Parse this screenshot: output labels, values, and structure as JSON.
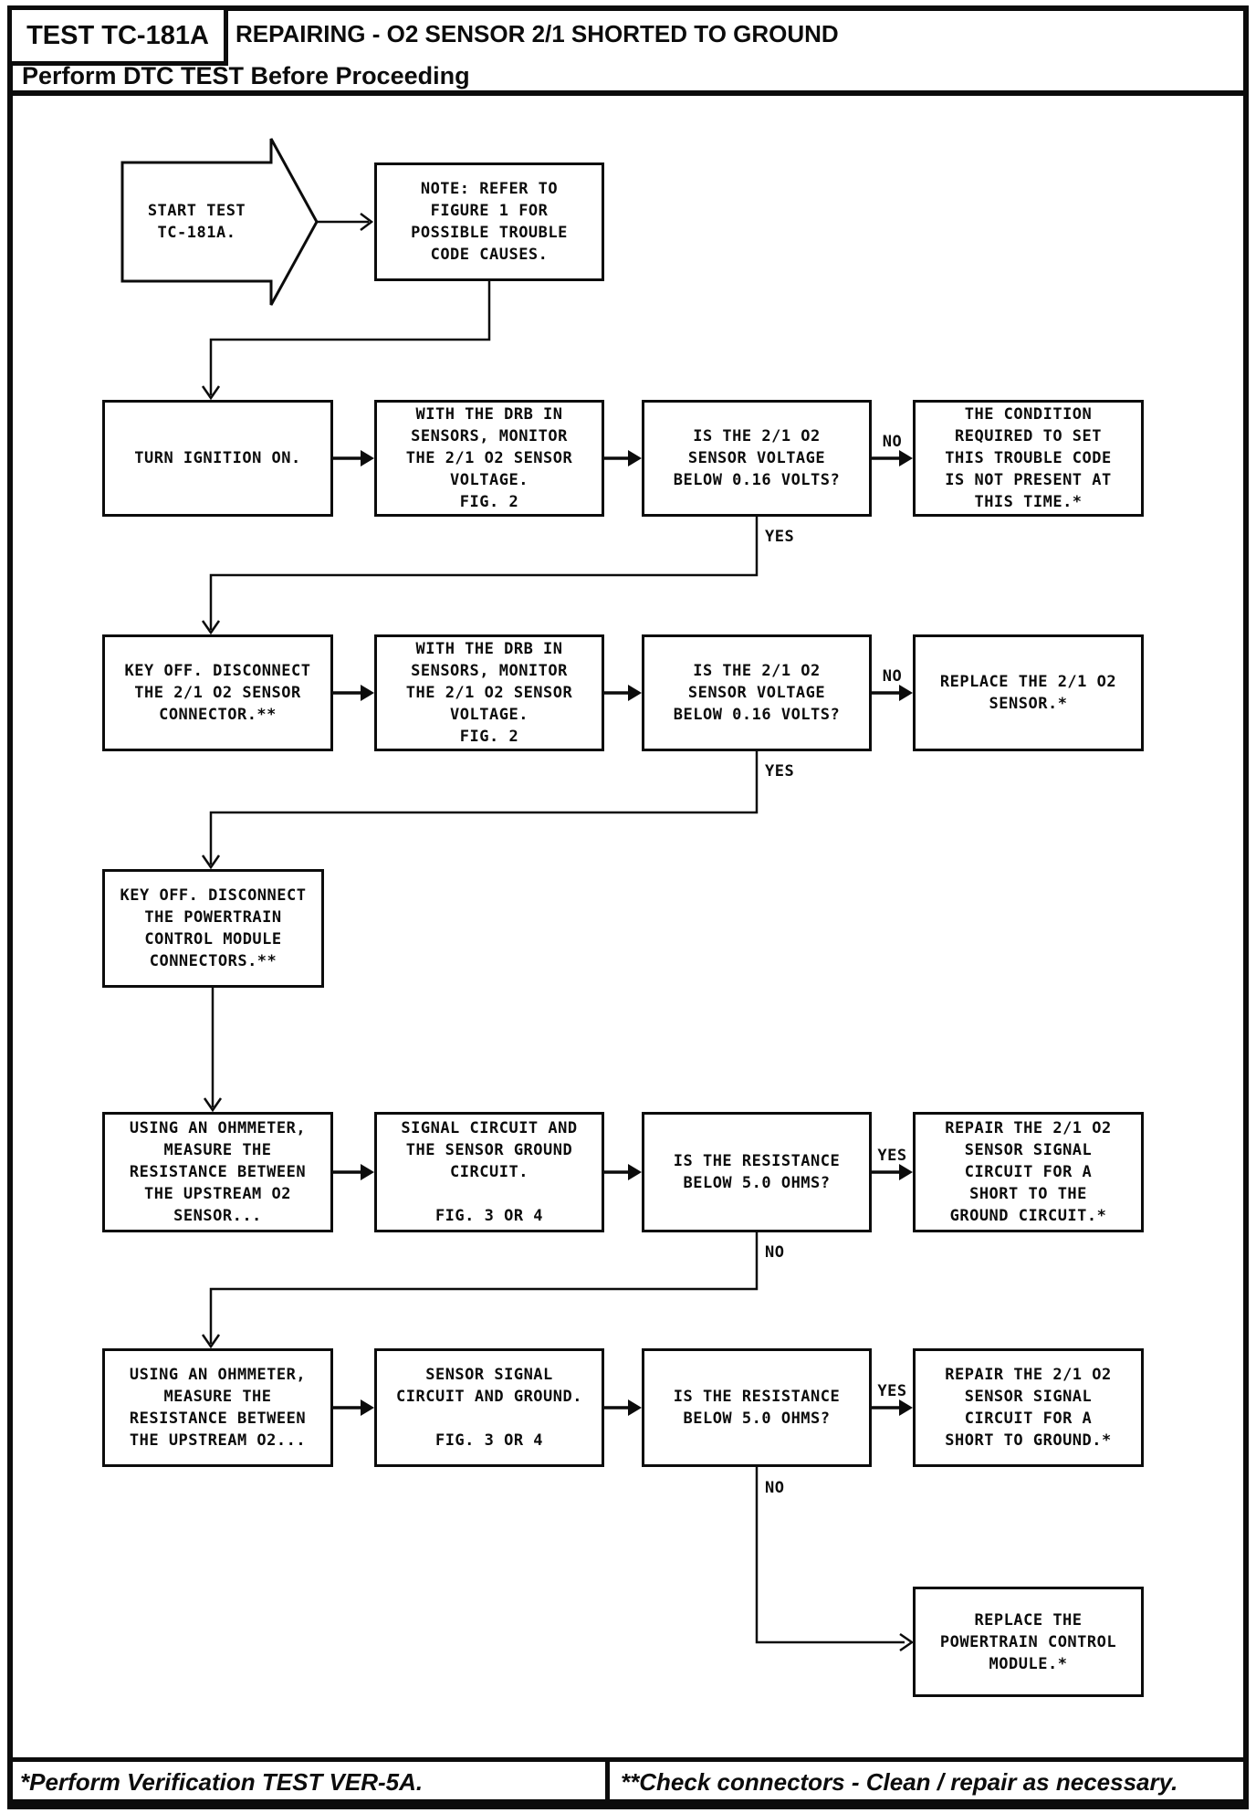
{
  "header": {
    "test_id": "TEST TC-181A",
    "title": "REPAIRING - O2 SENSOR 2/1 SHORTED TO GROUND",
    "subtitle": "Perform DTC TEST Before Proceeding"
  },
  "flowchart": {
    "start_text": "START TEST\nTC-181A.",
    "note": {
      "prefix": "NOTE:",
      "body": " REFER TO\nFIGURE 1 FOR\nPOSSIBLE TROUBLE\nCODE CAUSES."
    },
    "row2": {
      "step1": "TURN IGNITION ON.",
      "step2": "WITH THE DRB IN\nSENSORS, MONITOR\nTHE 2/1 O2 SENSOR\nVOLTAGE.\nFIG. 2",
      "decision": "IS THE 2/1 O2\nSENSOR VOLTAGE\nBELOW 0.16 VOLTS?",
      "branch_no": "NO",
      "branch_yes": "YES",
      "outcome": "THE CONDITION\nREQUIRED TO SET\nTHIS TROUBLE CODE\nIS NOT PRESENT AT\nTHIS TIME.*"
    },
    "row3": {
      "step1": "KEY OFF. DISCONNECT\nTHE 2/1 O2 SENSOR\nCONNECTOR.**",
      "step2": "WITH THE DRB IN\nSENSORS, MONITOR\nTHE 2/1 O2 SENSOR\nVOLTAGE.\nFIG. 2",
      "decision": "IS THE 2/1 O2\nSENSOR VOLTAGE\nBELOW 0.16 VOLTS?",
      "branch_no": "NO",
      "branch_yes": "YES",
      "outcome": "REPLACE THE 2/1 O2\nSENSOR.*"
    },
    "row4": {
      "step1": "KEY OFF. DISCONNECT\nTHE POWERTRAIN\nCONTROL MODULE\nCONNECTORS.**"
    },
    "row5": {
      "step1": "USING AN OHMMETER,\nMEASURE THE\nRESISTANCE BETWEEN\nTHE UPSTREAM O2\nSENSOR...",
      "step2": "SIGNAL CIRCUIT AND\nTHE SENSOR GROUND\nCIRCUIT.\n\nFIG. 3 OR 4",
      "decision": "IS THE RESISTANCE\nBELOW 5.0 OHMS?",
      "branch_yes": "YES",
      "branch_no": "NO",
      "outcome": "REPAIR THE 2/1 O2\nSENSOR SIGNAL\nCIRCUIT FOR A\nSHORT TO THE\nGROUND CIRCUIT.*"
    },
    "row6": {
      "step1": "USING AN OHMMETER,\nMEASURE THE\nRESISTANCE BETWEEN\nTHE UPSTREAM O2...",
      "step2": "SENSOR SIGNAL\nCIRCUIT AND GROUND.\n\nFIG. 3 OR 4",
      "decision": "IS THE RESISTANCE\nBELOW 5.0 OHMS?",
      "branch_yes": "YES",
      "branch_no": "NO",
      "outcome": "REPAIR THE 2/1 O2\nSENSOR SIGNAL\nCIRCUIT FOR A\nSHORT TO GROUND.*"
    },
    "final": {
      "outcome": "REPLACE THE\nPOWERTRAIN CONTROL\nMODULE.*"
    }
  },
  "footer": {
    "left_note": "*Perform Verification TEST VER-5A.",
    "right_note": "**Check connectors - Clean / repair as necessary."
  }
}
